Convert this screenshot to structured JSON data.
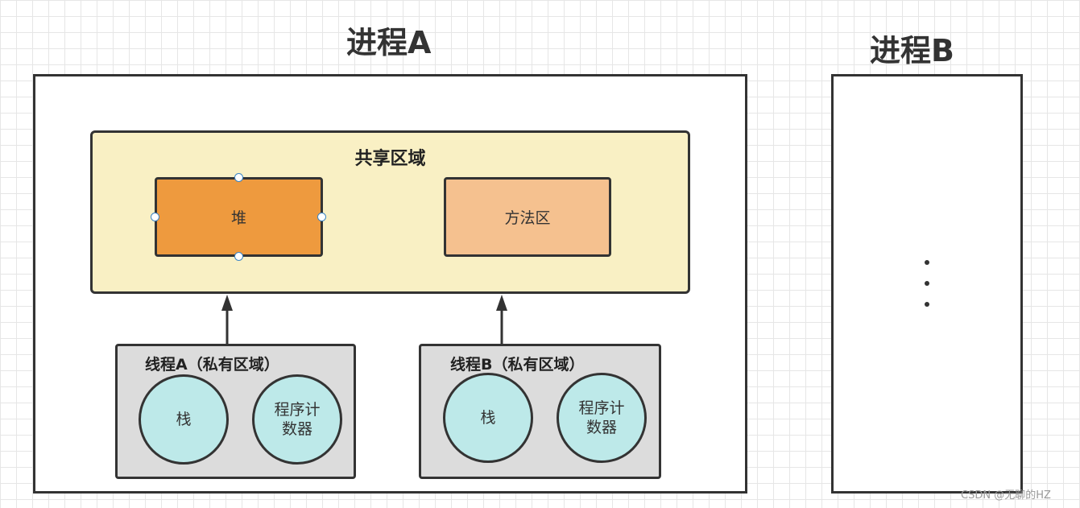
{
  "process_a": {
    "title": "进程A",
    "shared_area": {
      "title": "共享区域",
      "heap_label": "堆",
      "method_area_label": "方法区"
    },
    "thread_a": {
      "title": "线程A（私有区域）",
      "stack_label": "栈",
      "pc_line1": "程序计",
      "pc_line2": "数器"
    },
    "thread_b": {
      "title": "线程B（私有区域）",
      "stack_label": "栈",
      "pc_line1": "程序计",
      "pc_line2": "数器"
    }
  },
  "process_b": {
    "title": "进程B"
  },
  "watermark": "CSDN @无聊的HZ",
  "colors": {
    "heap": "#ee9a3e",
    "method_area": "#f5c18f",
    "shared_bg": "#f9f0c4",
    "thread_bg": "#dcdcdc",
    "circle_fill": "#bde9e9",
    "selection_handle": "#3a84c4"
  }
}
